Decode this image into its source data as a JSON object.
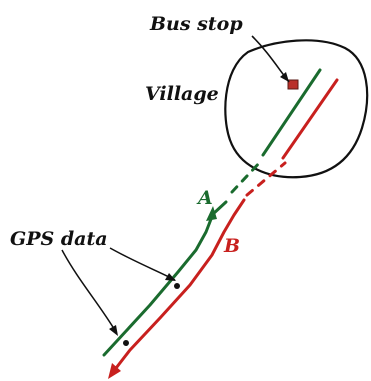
{
  "labels": {
    "bus_stop": "Bus stop",
    "village": "Village",
    "gps_data": "GPS data"
  },
  "routes": [
    {
      "id": "A",
      "label": "A",
      "color": "#1a6b2e"
    },
    {
      "id": "B",
      "label": "B",
      "color": "#c8201e"
    }
  ],
  "colors": {
    "outline": "#111111",
    "bus_stop_marker": "#b9302a"
  }
}
